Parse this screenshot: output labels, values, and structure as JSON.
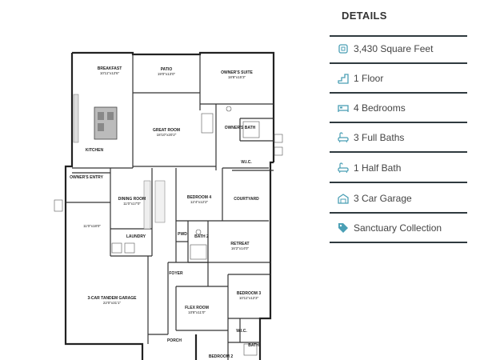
{
  "details": {
    "title": "DETAILS",
    "accent_color": "#4a9fb5",
    "items": [
      {
        "icon": "square-feet-icon",
        "text": "3,430 Square Feet"
      },
      {
        "icon": "floor-stairs-icon",
        "text": "1 Floor"
      },
      {
        "icon": "bed-icon",
        "text": "4 Bedrooms"
      },
      {
        "icon": "bathtub-icon",
        "text": "3 Full Baths"
      },
      {
        "icon": "half-bath-icon",
        "text": "1 Half Bath"
      },
      {
        "icon": "garage-icon",
        "text": "3 Car Garage"
      },
      {
        "icon": "tag-icon",
        "text": "Sanctuary Collection"
      }
    ]
  },
  "plan": {
    "rooms": [
      {
        "name": "BREAKFAST",
        "dim": "10'11\"x12'6\""
      },
      {
        "name": "PATIO",
        "dim": "19'0\"x13'0\""
      },
      {
        "name": "OWNER'S SUITE",
        "dim": "18'8\"x15'3\""
      },
      {
        "name": "GREAT ROOM",
        "dim": "18'10\"x20'2\""
      },
      {
        "name": "KITCHEN",
        "dim": ""
      },
      {
        "name": "OWNER'S BATH",
        "dim": ""
      },
      {
        "name": "W.I.C.",
        "dim": ""
      },
      {
        "name": "OWNER'S ENTRY",
        "dim": ""
      },
      {
        "name": "DINING ROOM",
        "dim": "11'0\"x17'0\""
      },
      {
        "name": "BEDROOM 4",
        "dim": "12'4\"x12'2\""
      },
      {
        "name": "COURTYARD",
        "dim": ""
      },
      {
        "name": "",
        "dim": "11'0\"x18'0\""
      },
      {
        "name": "LAUNDRY",
        "dim": ""
      },
      {
        "name": "PWD",
        "dim": ""
      },
      {
        "name": "BATH 2",
        "dim": ""
      },
      {
        "name": "RETREAT",
        "dim": "16'2\"x14'0\""
      },
      {
        "name": "FOYER",
        "dim": ""
      },
      {
        "name": "3-CAR TANDEM GARAGE",
        "dim": "22'0\"x31'1\""
      },
      {
        "name": "BEDROOM 3",
        "dim": "10'11\"x12'3\""
      },
      {
        "name": "FLEX ROOM",
        "dim": "10'8\"x11'0\""
      },
      {
        "name": "W.I.C.",
        "dim": ""
      },
      {
        "name": "BATH",
        "dim": ""
      },
      {
        "name": "PORCH",
        "dim": ""
      },
      {
        "name": "BEDROOM 2",
        "dim": ""
      }
    ]
  }
}
